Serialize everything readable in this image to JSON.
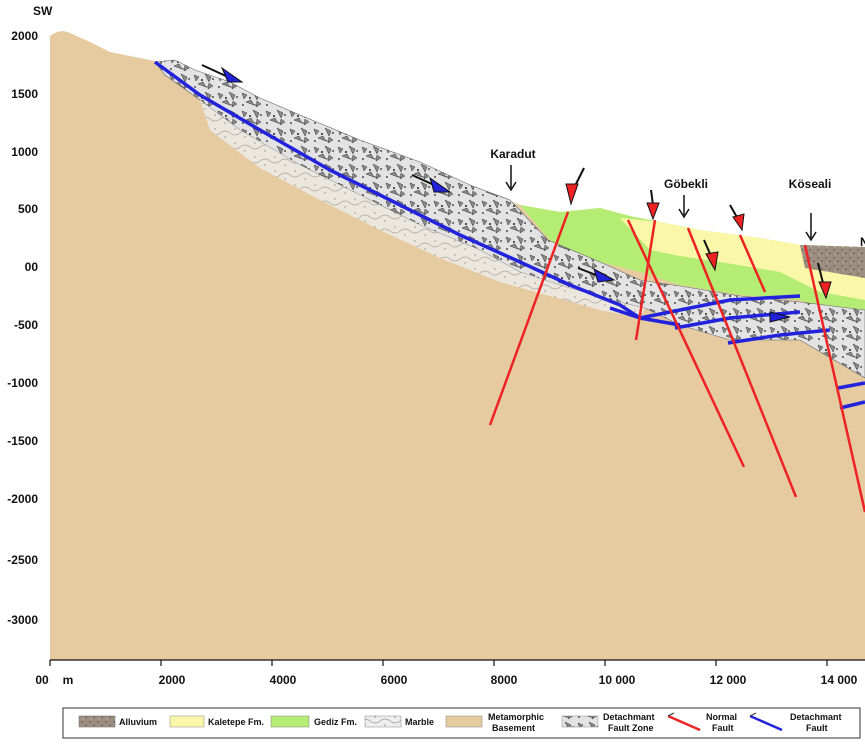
{
  "section": {
    "direction": "SW",
    "edge_label": "N",
    "x_unit": "m",
    "y_ticks": [
      "2000",
      "1500",
      "1000",
      "500",
      "00",
      "-500",
      "-1000",
      "-1500",
      "-2000",
      "-2500",
      "-3000"
    ],
    "x_ticks": [
      "00",
      "2000",
      "4000",
      "6000",
      "8000",
      "10 000",
      "12 000",
      "14 000"
    ],
    "places": [
      "Karadut",
      "Göbekli",
      "Köseali"
    ]
  },
  "legend": {
    "alluvium": "Alluvium",
    "kaletepe": "Kaletepe Fm.",
    "gediz": "Gediz Fm.",
    "marble": "Marble",
    "basement_1": "Metamorphic",
    "basement_2": "Basement",
    "dfz_1": "Detachmant",
    "dfz_2": "Fault Zone",
    "normal_1": "Normal",
    "normal_2": "Fault",
    "detach_1": "Detachmant",
    "detach_2": "Fault"
  },
  "colors": {
    "basement": "#e5cb9f",
    "gediz": "#b5ec74",
    "kaletepe": "#fbf7a8",
    "alluvium": "#9c8e80",
    "fault_zone": "#d4d4d4",
    "normal_fault": "#ee2222",
    "detachment": "#2222dd"
  }
}
